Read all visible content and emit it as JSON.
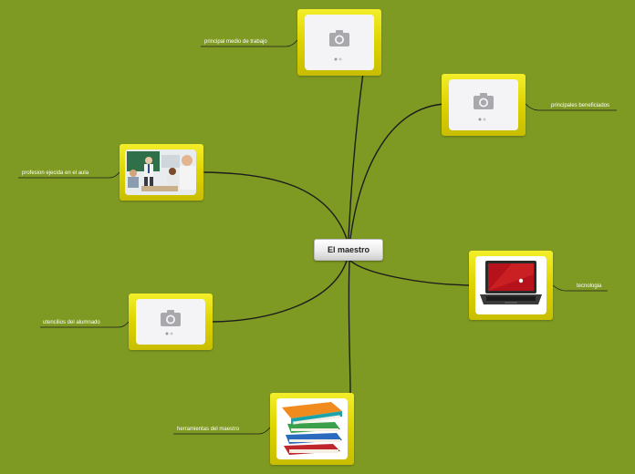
{
  "central_topic": "El maestro",
  "branches": {
    "top": {
      "label": "principal medio de trabajo",
      "image": "placeholder-photo"
    },
    "top_right": {
      "label": "principales beneficiados",
      "image": "placeholder-photo"
    },
    "left_top": {
      "label": "profesion ejecida en el aula",
      "image": "teacher-classroom-photo"
    },
    "right": {
      "label": "tecnologia",
      "image": "laptop-photo"
    },
    "left_bottom": {
      "label": "utencilios del alumnado",
      "image": "placeholder-photo"
    },
    "bottom": {
      "label": "herramientas del maestro",
      "image": "books-stack-photo"
    }
  },
  "colors": {
    "background": "#7f9a22",
    "node_frame": "#e2d700",
    "connector": "#1c1c1c",
    "label_text": "#ffffff"
  }
}
